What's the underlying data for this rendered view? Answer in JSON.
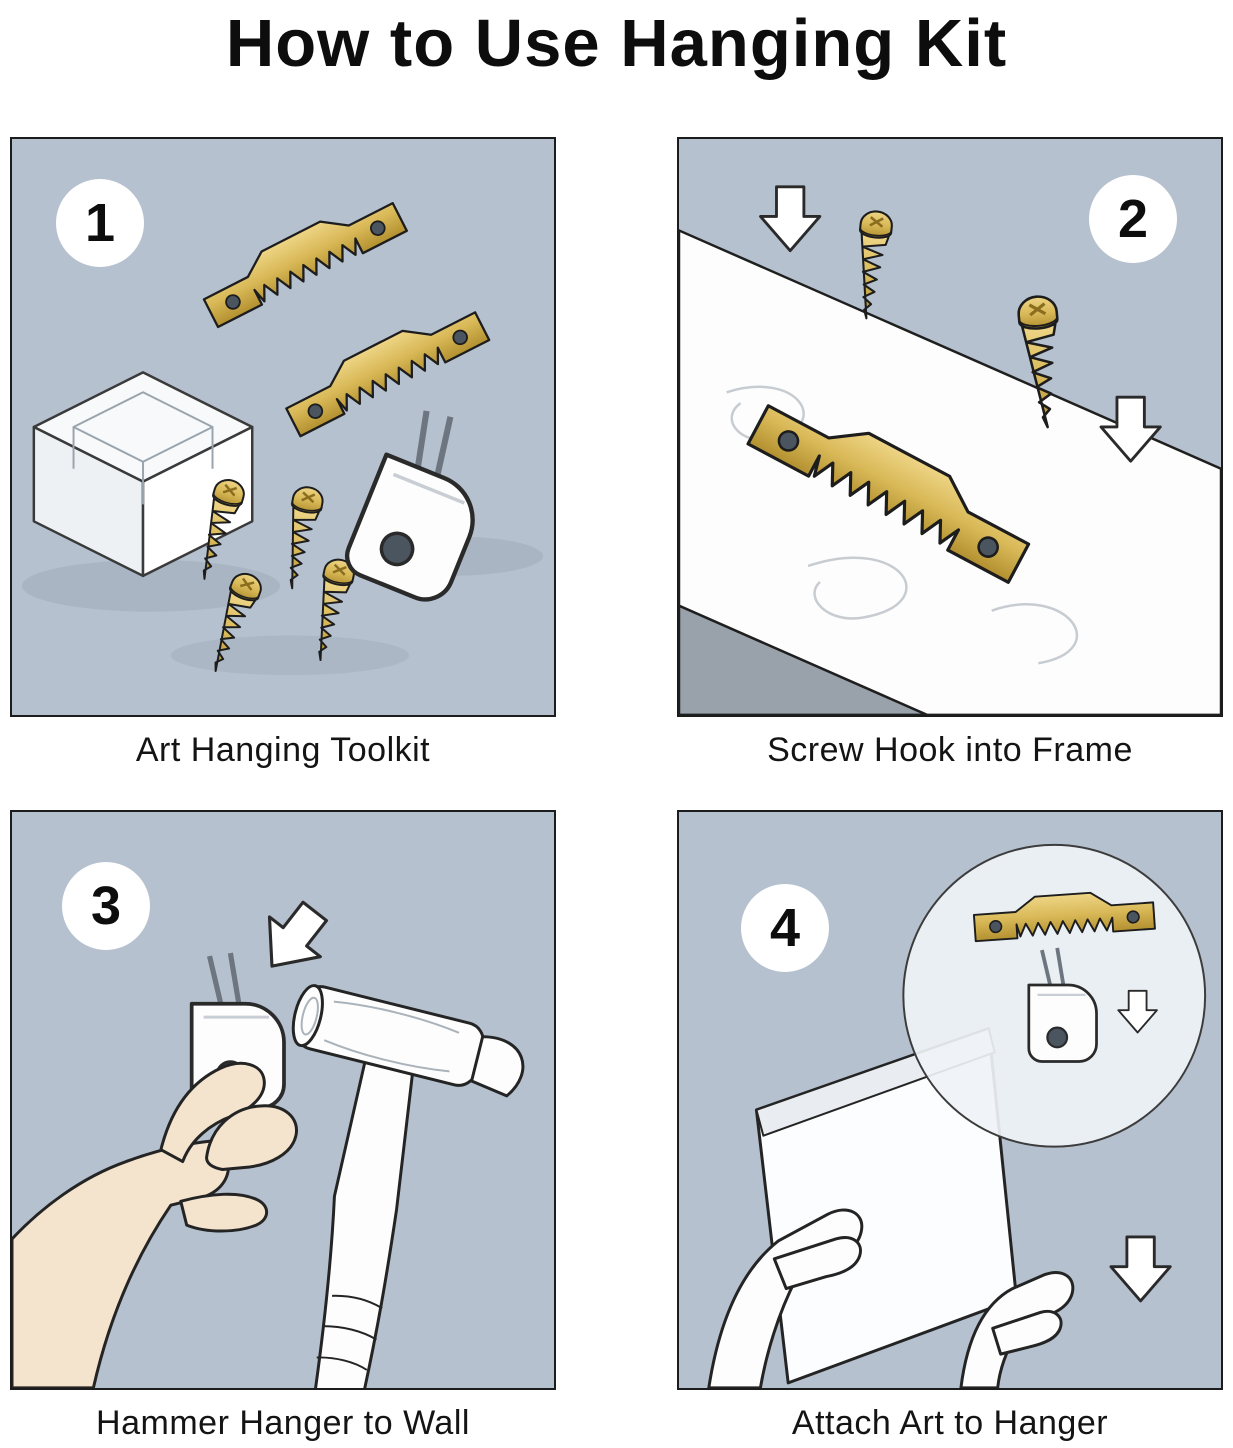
{
  "title": "How to Use Hanging  Kit",
  "panels": [
    {
      "number": "1",
      "caption": "Art Hanging Toolkit"
    },
    {
      "number": "2",
      "caption": "Screw Hook into Frame"
    },
    {
      "number": "3",
      "caption": "Hammer Hanger to Wall"
    },
    {
      "number": "4",
      "caption": "Attach Art to Hanger"
    }
  ],
  "colors": {
    "panel_background": "#b5c1ce",
    "brass": "#d9b958",
    "outline": "#1d1d1d",
    "skin": "#f4e3cd",
    "white": "#fdfdfd"
  },
  "icons": {
    "sawtooth_hanger": "sawtooth-hanger-icon",
    "screw": "screw-icon",
    "wall_hook": "wall-hook-icon",
    "down_arrow": "down-arrow-icon",
    "hammer": "hammer-icon",
    "hand": "hand-icon",
    "toolkit_box": "toolkit-box-icon",
    "frame_board": "frame-board-icon",
    "magnifier": "magnifier-circle",
    "canvas": "canvas-icon"
  }
}
